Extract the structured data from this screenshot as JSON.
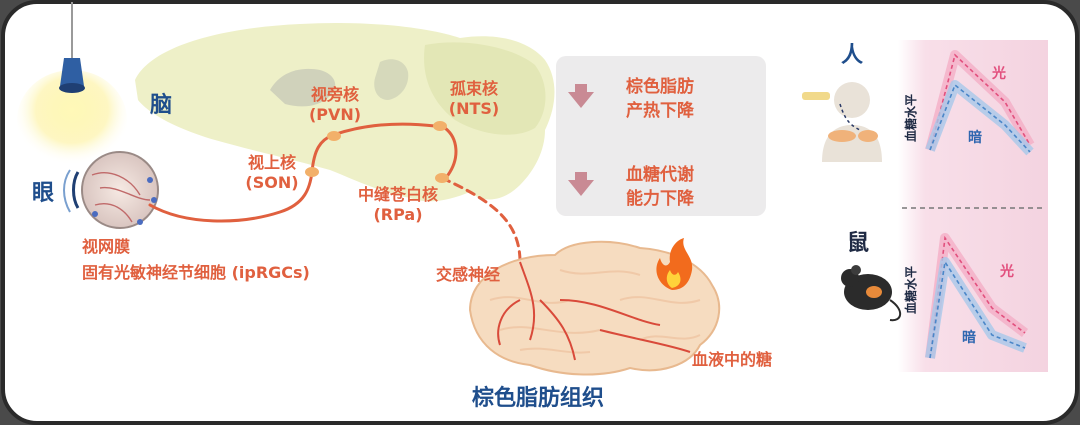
{
  "labels": {
    "brain": "脑",
    "eye": "眼",
    "retina_line1": "视网膜",
    "retina_line2": "固有光敏神经节细胞 (ipRGCs)",
    "pvn_cn": "视旁核",
    "pvn_abbr": "(PVN)",
    "nts_cn": "孤束核",
    "nts_abbr": "(NTS)",
    "son_cn": "视上核",
    "son_abbr": "(SON)",
    "rpa_cn": "中缝苍白核",
    "rpa_abbr": "(RPa)",
    "sympathetic": "交感神经",
    "bat": "棕色脂肪组织",
    "blood_sugar": "血液中的糖"
  },
  "effects": [
    {
      "line1": "棕色脂肪",
      "line2": "产热下降"
    },
    {
      "line1": "血糖代谢",
      "line2": "能力下降"
    }
  ],
  "panels": {
    "human": {
      "title": "人",
      "ylabel": "血糖水平",
      "light": "光",
      "dark": "暗"
    },
    "mouse": {
      "title": "鼠",
      "ylabel": "血糖水平",
      "light": "光",
      "dark": "暗"
    }
  },
  "colors": {
    "outline": "#2a2a2a",
    "label_red": "#e0603f",
    "nerve": "#e0603f",
    "blue_title": "#1f4e8c",
    "panel_bg": "#f6dbe6",
    "effect_bg": "#ecebec",
    "arrow": "#c98a94",
    "brain": "#eef0c8",
    "light_series": "#e2507e",
    "dark_series": "#4a86c8"
  }
}
